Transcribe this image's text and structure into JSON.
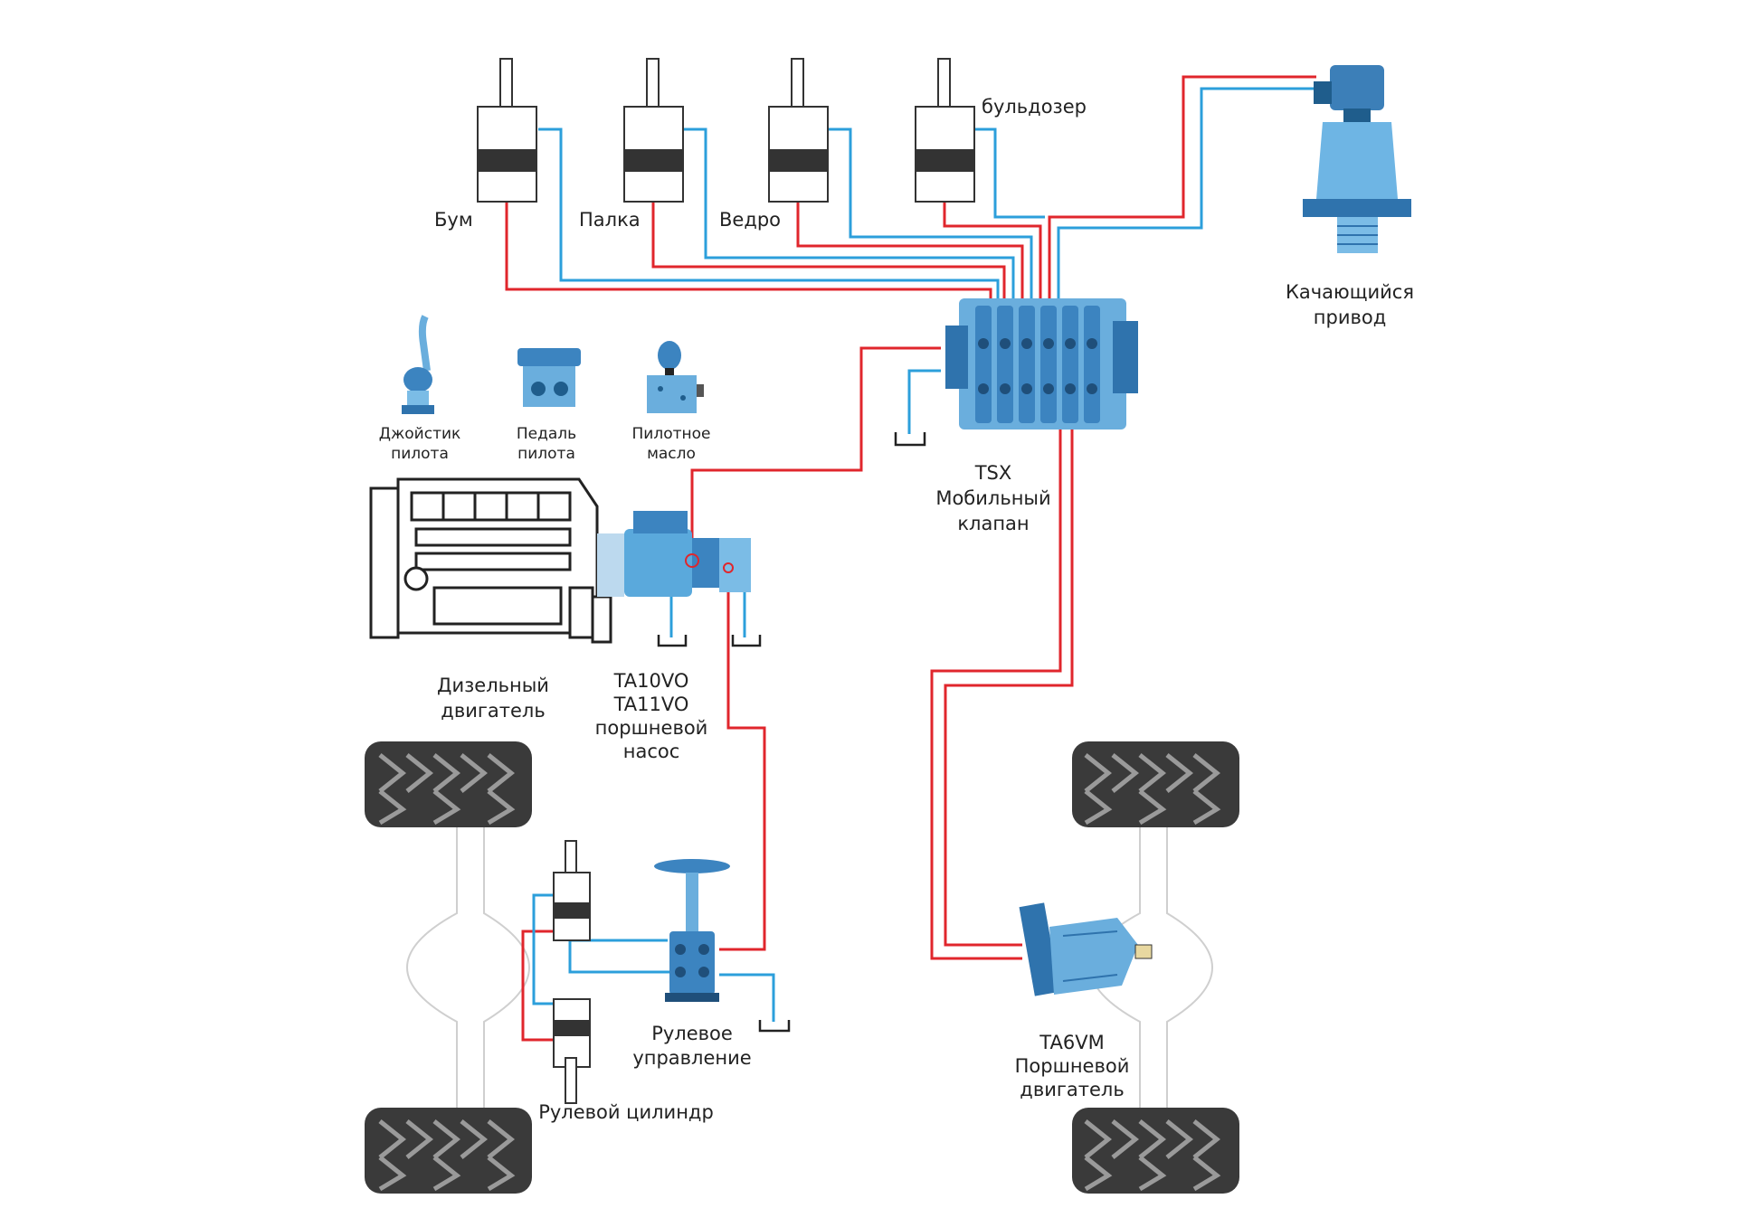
{
  "colors": {
    "pressure_line": "#e0262c",
    "return_line": "#2c9fdb",
    "component_blue": "#5aa9dc",
    "component_dark": "#1f5d8c",
    "outline": "#333333",
    "tire": "#3a3a3a"
  },
  "cylinders": {
    "boom": "Бум",
    "stick": "Палка",
    "bucket": "Ведро",
    "dozer": "бульдозер"
  },
  "swing_drive": [
    "Качающийся",
    "привод"
  ],
  "valve": [
    "TSX",
    "Мобильный",
    "клапан"
  ],
  "pilot": {
    "joystick": [
      "Джойстик",
      "пилота"
    ],
    "pedal": [
      "Педаль",
      "пилота"
    ],
    "oil": [
      "Пилотное",
      "масло"
    ]
  },
  "engine": [
    "Дизельный",
    "двигатель"
  ],
  "pump": [
    "TA10VO",
    "TA11VO",
    "поршневой",
    "насос"
  ],
  "steering_unit": [
    "Рулевое",
    "управление"
  ],
  "steering_cylinder": "Рулевой цилиндр",
  "motor": [
    "TA6VM",
    "Поршневой",
    "двигатель"
  ]
}
